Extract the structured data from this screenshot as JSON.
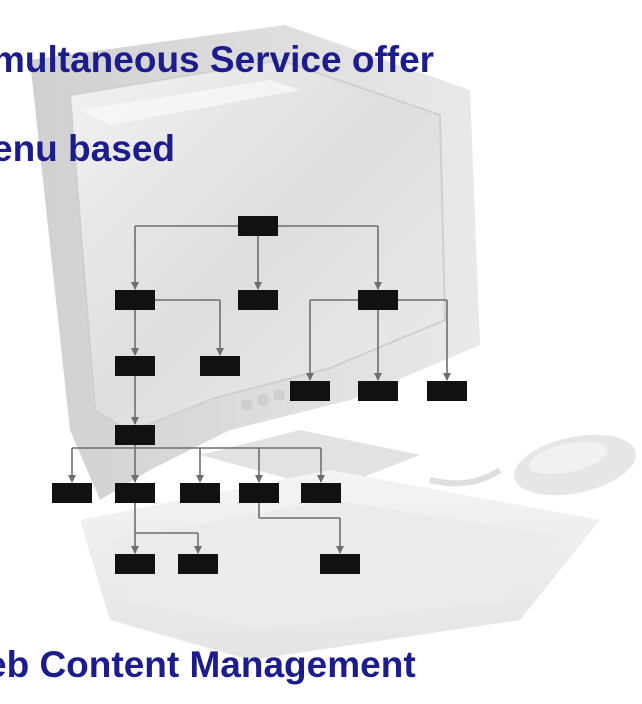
{
  "headings": {
    "line1": "multaneous Service offer",
    "line2": "enu based",
    "line3": "eb Content Management"
  },
  "colors": {
    "heading": "#1c1c8c",
    "node_fill": "#111111",
    "connector": "#6e6e6e"
  },
  "background_image": "computer-monitor-keyboard-mouse",
  "diagram": {
    "type": "menu-tree",
    "nodes": [
      {
        "id": "root"
      },
      {
        "id": "a",
        "parent": "root"
      },
      {
        "id": "b",
        "parent": "root"
      },
      {
        "id": "c",
        "parent": "root"
      },
      {
        "id": "a1",
        "parent": "a"
      },
      {
        "id": "a2",
        "parent": "a"
      },
      {
        "id": "c1",
        "parent": "c"
      },
      {
        "id": "c2",
        "parent": "c"
      },
      {
        "id": "c3",
        "parent": "c"
      },
      {
        "id": "hub",
        "parent": "a1"
      },
      {
        "id": "h1",
        "parent": "hub"
      },
      {
        "id": "h2",
        "parent": "hub"
      },
      {
        "id": "h3",
        "parent": "hub"
      },
      {
        "id": "h4",
        "parent": "hub"
      },
      {
        "id": "h5",
        "parent": "hub"
      },
      {
        "id": "g1",
        "parent": "h2"
      },
      {
        "id": "g2",
        "parent": "h2"
      },
      {
        "id": "g3",
        "parent": "h4"
      }
    ]
  }
}
